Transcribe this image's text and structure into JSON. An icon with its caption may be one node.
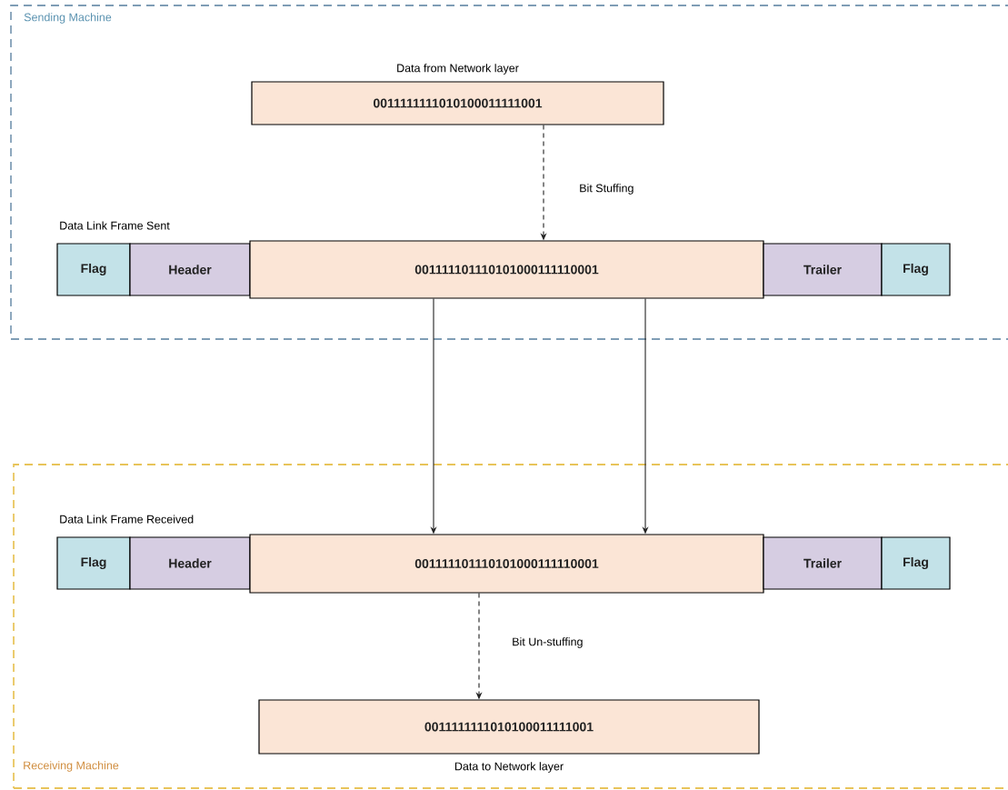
{
  "diagram": {
    "nodes": [
      {
        "text": [
          "Sending Machine"
        ]
      },
      {
        "text": [
          "Data from Network layer",
          "0011111111010100011111001"
        ],
        "in": 0
      },
      {
        "text": [
          "Flag"
        ],
        "in": 0
      },
      {
        "text": [
          "Header"
        ],
        "in": 0
      },
      {
        "text": [
          "001111101110101000111110001"
        ],
        "in": 0
      },
      {
        "text": [
          "Trailer"
        ],
        "in": 0
      },
      {
        "text": [
          "Flag"
        ],
        "in": 0
      },
      {
        "text": [
          "Receiving Machine"
        ]
      },
      {
        "text": [
          "Flag"
        ],
        "in": 7
      },
      {
        "text": [
          "Header"
        ],
        "in": 7
      },
      {
        "text": [
          "001111101110101000111110001"
        ],
        "in": 7
      },
      {
        "text": [
          "Trailer"
        ],
        "in": 7
      },
      {
        "text": [
          "Flag"
        ],
        "in": 7
      },
      {
        "text": [
          "0011111111010100011111001",
          "Data to Network layer"
        ],
        "in": 7
      }
    ],
    "edges": [
      {
        "from": 1,
        "to": 4,
        "arrow": "to",
        "style": "dashed",
        "label": "Bit Stuffing"
      },
      {
        "from": 4,
        "to": 10,
        "arrow": "to"
      },
      {
        "from": 4,
        "to": 10,
        "arrow": "to"
      },
      {
        "from": 10,
        "to": 13,
        "arrow": "to",
        "style": "dashed",
        "label": "Bit Un-stuffing"
      }
    ],
    "labels": [
      "Data Link Frame Sent",
      "Data Link Frame Received"
    ]
  }
}
